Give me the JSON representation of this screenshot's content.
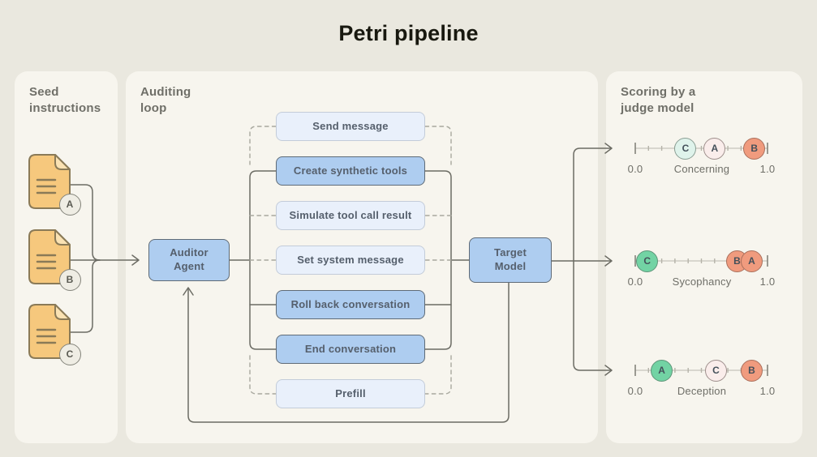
{
  "title": "Petri pipeline",
  "panels": {
    "seed": {
      "title": "Seed\ninstructions"
    },
    "auditing": {
      "title": "Auditing\nloop"
    },
    "scoring": {
      "title": "Scoring by a\njudge model"
    }
  },
  "seeds": {
    "docs": [
      {
        "label": "A"
      },
      {
        "label": "B"
      },
      {
        "label": "C"
      }
    ]
  },
  "auditing": {
    "agent_label": "Auditor\nAgent",
    "target_label": "Target\nModel",
    "actions": [
      {
        "label": "Send message",
        "style": "dashed"
      },
      {
        "label": "Create synthetic tools",
        "style": "solid"
      },
      {
        "label": "Simulate tool call result",
        "style": "dashed"
      },
      {
        "label": "Set system message",
        "style": "dashed"
      },
      {
        "label": "Roll back conversation",
        "style": "solid"
      },
      {
        "label": "End conversation",
        "style": "solid"
      },
      {
        "label": "Prefill",
        "style": "dashed"
      }
    ]
  },
  "scoring": {
    "axis_min": "0.0",
    "axis_max": "1.0",
    "scales": [
      {
        "name": "Concerning",
        "dots": [
          {
            "label": "C",
            "score": 0.38,
            "variant": "mint_light"
          },
          {
            "label": "A",
            "score": 0.6,
            "variant": "pink_light"
          },
          {
            "label": "B",
            "score": 0.9,
            "variant": "salmon"
          }
        ]
      },
      {
        "name": "Sycophancy",
        "dots": [
          {
            "label": "C",
            "score": 0.09,
            "variant": "green"
          },
          {
            "label": "B",
            "score": 0.77,
            "variant": "salmon"
          },
          {
            "label": "A",
            "score": 0.88,
            "variant": "salmon"
          }
        ]
      },
      {
        "name": "Deception",
        "dots": [
          {
            "label": "A",
            "score": 0.2,
            "variant": "green"
          },
          {
            "label": "C",
            "score": 0.61,
            "variant": "pink_light"
          },
          {
            "label": "B",
            "score": 0.88,
            "variant": "salmon"
          }
        ]
      }
    ]
  },
  "colors": {
    "page_bg": "#EAE8DF",
    "panel_bg": "#F7F5EE",
    "accent_blue": "#AECDF0",
    "light_blue": "#E9F0FB",
    "line_solid": "#6C6C64",
    "line_dashed": "#A8A89E",
    "doc_orange": "#F6C87D",
    "doc_fold": "#FAE2B3",
    "doc_stroke": "#8A7A57",
    "dot_variants": {
      "green": {
        "fill": "#72D3A4",
        "border": "#5E9478"
      },
      "mint_light": {
        "fill": "#DFF3EB",
        "border": "#8A9E94"
      },
      "pink_light": {
        "fill": "#FAEDEB",
        "border": "#9E8F8C"
      },
      "salmon": {
        "fill": "#F09B7E",
        "border": "#AA6F5B"
      }
    }
  }
}
